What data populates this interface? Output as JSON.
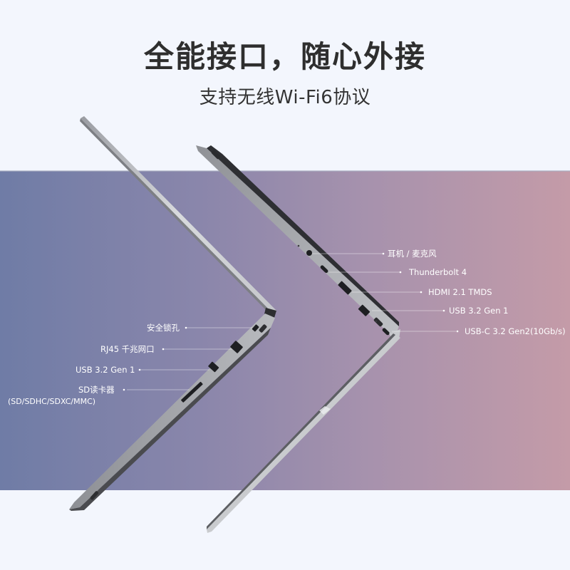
{
  "header": {
    "title": "全能接口，随心外接",
    "subtitle": "支持无线Wi-Fi6协议"
  },
  "background": {
    "page_color": "#f3f6fd",
    "gradient_left": "#6f7ca6",
    "gradient_right": "#c49ba8"
  },
  "left_laptop": {
    "ports": [
      {
        "label": "安全锁孔"
      },
      {
        "label": "RJ45 千兆网口"
      },
      {
        "label": "USB 3.2 Gen 1"
      },
      {
        "label": "SD读卡器",
        "sublabel": "(SD/SDHC/SDXC/MMC)"
      }
    ]
  },
  "right_laptop": {
    "ports": [
      {
        "label": "耳机 / 麦克风"
      },
      {
        "label": "Thunderbolt 4"
      },
      {
        "label": "HDMI 2.1 TMDS"
      },
      {
        "label": "USB 3.2 Gen 1"
      },
      {
        "label": "USB-C 3.2 Gen2(10Gb/s)"
      }
    ]
  }
}
